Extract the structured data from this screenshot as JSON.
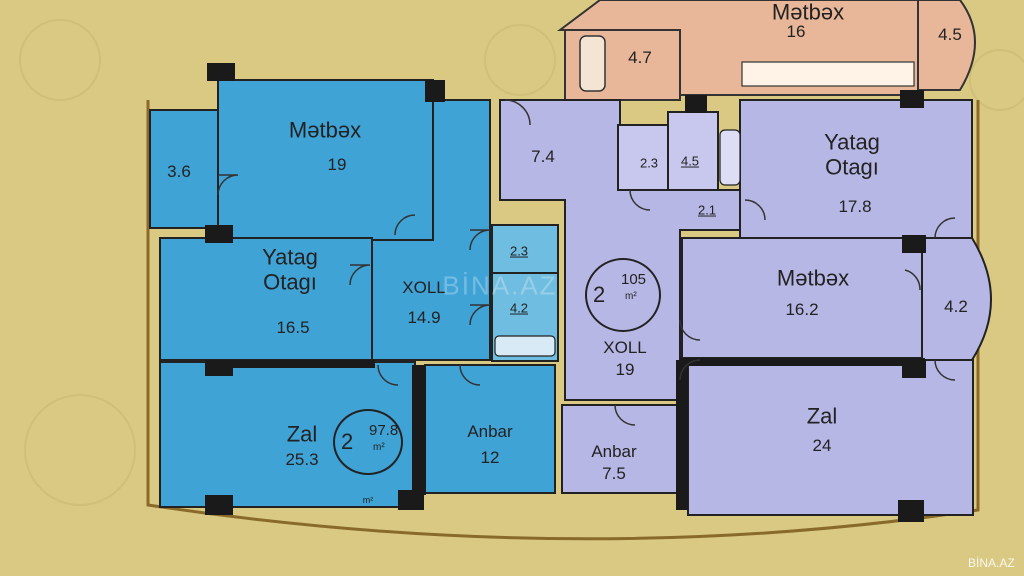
{
  "colors": {
    "background": "#d9c983",
    "left_apartment": "#3fa3d6",
    "right_apartment": "#b7b7e6",
    "top_apartment": "#e8b79a",
    "wall": "#1a1a1a"
  },
  "left_apartment": {
    "rooms": [
      {
        "name": "Mətbəx",
        "area": "19"
      },
      {
        "name": "",
        "area": "3.6"
      },
      {
        "name": "Yatag Otagı",
        "area": "16.5"
      },
      {
        "name": "XOLL",
        "area": "14.9"
      },
      {
        "name": "",
        "area": "2.3"
      },
      {
        "name": "",
        "area": "4.2"
      },
      {
        "name": "Zal",
        "area": "25.3"
      },
      {
        "name": "Anbar",
        "area": "12"
      }
    ],
    "badge": {
      "rooms": "2",
      "area": "97.8",
      "unit": "m²"
    },
    "unit_mark": "m²"
  },
  "right_apartment": {
    "rooms": [
      {
        "name": "",
        "area": "7.4"
      },
      {
        "name": "",
        "area": "2.3"
      },
      {
        "name": "",
        "area": "4.5"
      },
      {
        "name": "",
        "area": "2.1"
      },
      {
        "name": "Yatag Otagı",
        "area": "17.8"
      },
      {
        "name": "Mətbəx",
        "area": "16.2"
      },
      {
        "name": "",
        "area": "4.2"
      },
      {
        "name": "XOLL",
        "area": "19"
      },
      {
        "name": "Anbar",
        "area": "7.5"
      },
      {
        "name": "Zal",
        "area": "24"
      }
    ],
    "badge": {
      "rooms": "2",
      "area": "105",
      "unit": "m²"
    }
  },
  "top_apartment": {
    "rooms": [
      {
        "name": "Mətbəx",
        "area": "16"
      },
      {
        "name": "",
        "area": "4.7"
      },
      {
        "name": "",
        "area": "4.5"
      }
    ]
  },
  "watermark": "BİNA.AZ",
  "corner_watermark": "BİNA.AZ"
}
